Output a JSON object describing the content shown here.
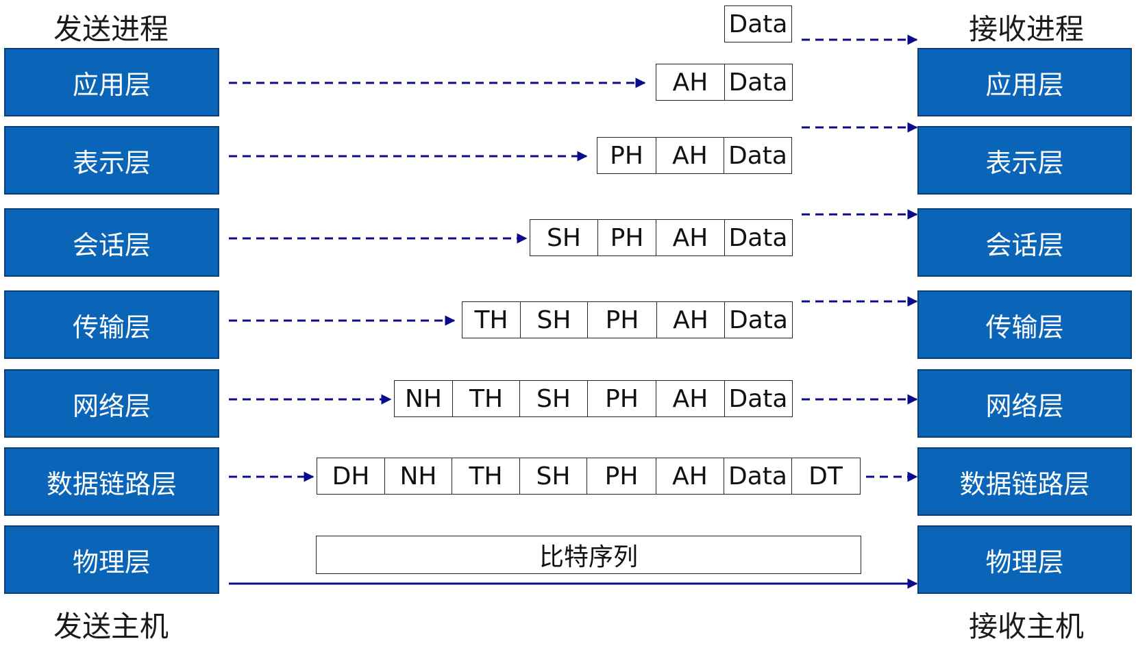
{
  "captions": {
    "send_process": "发送进程",
    "recv_process": "接收进程",
    "send_host": "发送主机",
    "recv_host": "接收主机"
  },
  "layers": [
    "应用层",
    "表示层",
    "会话层",
    "传输层",
    "网络层",
    "数据链路层",
    "物理层"
  ],
  "top_data": "Data",
  "pdus": [
    [
      "AH",
      "Data"
    ],
    [
      "PH",
      "AH",
      "Data"
    ],
    [
      "SH",
      "PH",
      "AH",
      "Data"
    ],
    [
      "TH",
      "SH",
      "PH",
      "AH",
      "Data"
    ],
    [
      "NH",
      "TH",
      "SH",
      "PH",
      "AH",
      "Data"
    ],
    [
      "DH",
      "NH",
      "TH",
      "SH",
      "PH",
      "AH",
      "Data",
      "DT"
    ]
  ],
  "bitstream": "比特序列",
  "colors": {
    "layer_fill": "#0a65b8",
    "layer_border": "#0b3f73",
    "arrow": "#0b0b8c"
  }
}
